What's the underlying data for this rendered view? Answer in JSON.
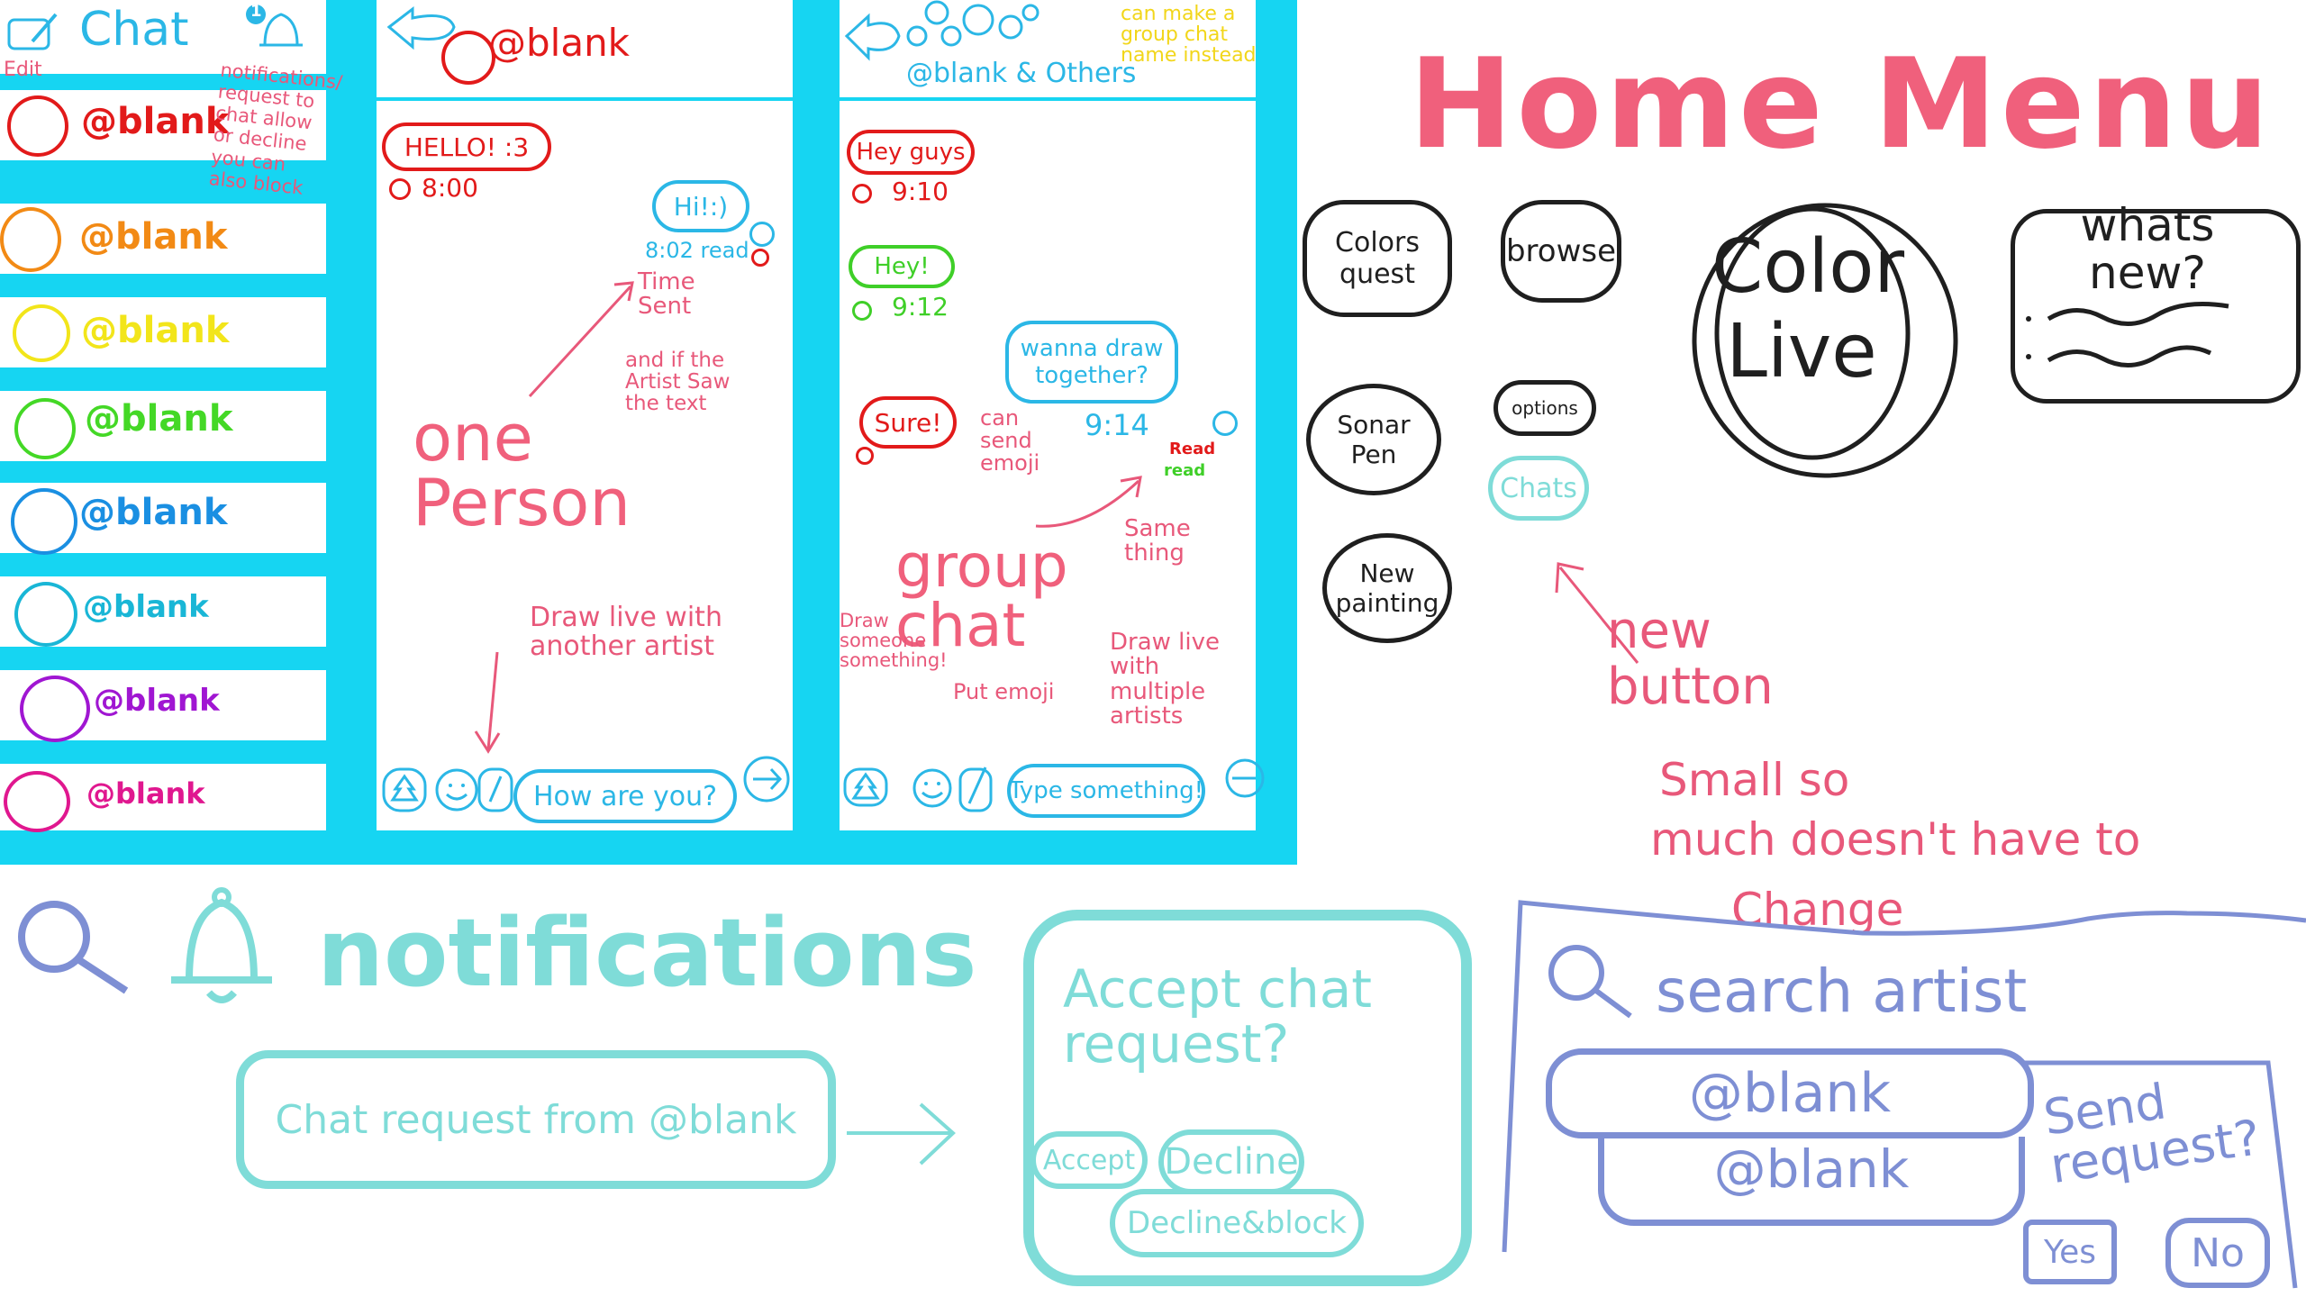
{
  "chat_list": {
    "title": "Chat",
    "edit_label": "Edit",
    "notification_badge": "1",
    "notification_note": "notifications/ request to chat allow or decline you can also block",
    "rows": [
      {
        "name": "@blank",
        "color": "#e21a1a"
      },
      {
        "name": "@blank",
        "color": "#f28a15"
      },
      {
        "name": "@blank",
        "color": "#f2e51a"
      },
      {
        "name": "@blank",
        "color": "#44d826"
      },
      {
        "name": "@blank",
        "color": "#1a8fe2"
      },
      {
        "name": "@blank",
        "color": "#19b6d6"
      },
      {
        "name": "@blank",
        "color": "#a016d2"
      },
      {
        "name": "@blank",
        "color": "#e0178f"
      }
    ]
  },
  "dm_screen": {
    "contact": "@blank",
    "incoming_message": "HELLO! :3",
    "incoming_time": "8:00",
    "outgoing_message": "Hi!:)",
    "outgoing_status": "8:02 read",
    "annotation_time": "Time Sent",
    "annotation_read": "and if the Artist Saw the text",
    "label": "one Person",
    "draw_note": "Draw live with another artist",
    "input_value": "How are you?"
  },
  "group_screen": {
    "members": "@blank & Others",
    "rename_note": "can make a group chat name instead",
    "msg1": "Hey guys",
    "msg1_time": "9:10",
    "msg2": "Hey!",
    "msg2_time": "9:12",
    "outgoing_message": "wanna draw together?",
    "outgoing_time": "9:14",
    "read_1": "Read",
    "read_2": "read",
    "reply": "Sure!",
    "emoji_note": "can send emoji",
    "same_thing": "Same thing",
    "label": "group chat",
    "draw_note": "Draw someone something!",
    "emoji_note2": "Put emoji",
    "multi_note": "Draw live with multiple artists",
    "input_placeholder": "Type something!"
  },
  "home_menu": {
    "title": "Home Menu",
    "buttons": [
      "Colors quest",
      "browse",
      "Sonar Pen",
      "options",
      "Chats",
      "New painting"
    ],
    "center": "Color Live",
    "whats_new": "whats new?",
    "new_button_note": "new button",
    "small_note_1": "Small so",
    "small_note_2": "much doesn't have to",
    "small_note_3": "Change"
  },
  "notifications": {
    "title": "notifications",
    "item": "Chat request from @blank",
    "dialog_title": "Accept chat request?",
    "accept": "Accept",
    "decline": "Decline",
    "decline_block": "Decline&block"
  },
  "search": {
    "placeholder": "search artist",
    "results": [
      "@blank",
      "@blank"
    ],
    "send_request": "Send request?",
    "yes": "Yes",
    "no": "No"
  },
  "colors": {
    "cyan": "#16d5f2",
    "pink": "#f0607c",
    "annotation_pink": "#e8587a",
    "teal": "#7fdcd8",
    "periwinkle": "#7e8fd4",
    "red": "#e21a1a",
    "green": "#3fcf28"
  }
}
